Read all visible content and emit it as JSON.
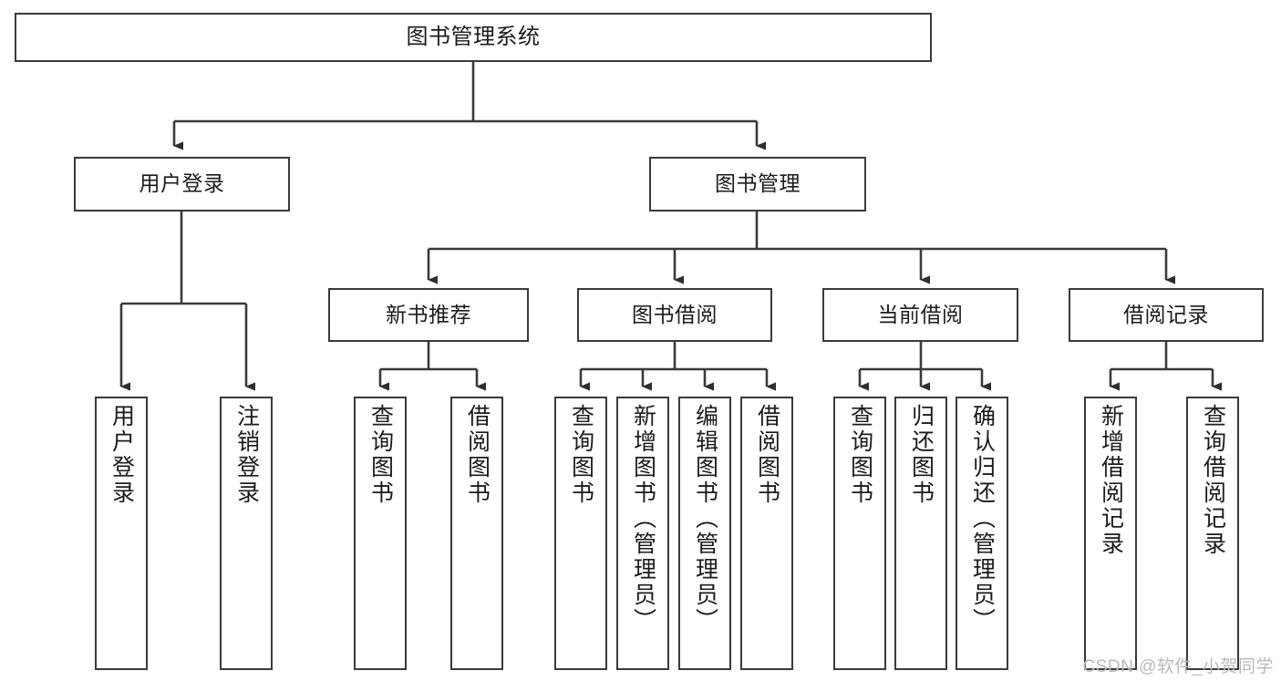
{
  "diagram": {
    "title": "图书管理系统",
    "type": "tree-hierarchy",
    "watermark": "CSDN @软件_小贺同学",
    "colors": {
      "background": "#ffffff",
      "box_border": "#3a3a3a",
      "box_fill": "#ffffff",
      "connector": "#3a3a3a",
      "text": "#1b1b1b",
      "watermark_text": "#b9b9b9"
    },
    "levels": {
      "root": {
        "label": "图书管理系统"
      },
      "level1": [
        {
          "id": "user-login",
          "label": "用户登录"
        },
        {
          "id": "book-manage",
          "label": "图书管理"
        }
      ],
      "level2": [
        {
          "id": "new-book-recommend",
          "label": "新书推荐",
          "parent": "book-manage"
        },
        {
          "id": "book-borrow",
          "label": "图书借阅",
          "parent": "book-manage"
        },
        {
          "id": "current-borrow",
          "label": "当前借阅",
          "parent": "book-manage"
        },
        {
          "id": "borrow-record",
          "label": "借阅记录",
          "parent": "book-manage"
        }
      ],
      "leaves": [
        {
          "id": "leaf-user-login",
          "label": "用户登录",
          "parent": "user-login"
        },
        {
          "id": "leaf-user-logout",
          "label": "注销登录",
          "parent": "user-login"
        },
        {
          "id": "leaf-query-book-1",
          "label": "查询图书",
          "parent": "new-book-recommend"
        },
        {
          "id": "leaf-borrow-book-1",
          "label": "借阅图书",
          "parent": "new-book-recommend"
        },
        {
          "id": "leaf-query-book-2",
          "label": "查询图书",
          "parent": "book-borrow"
        },
        {
          "id": "leaf-add-book",
          "label": "新增图书（管理员）",
          "parent": "book-borrow"
        },
        {
          "id": "leaf-edit-book",
          "label": "编辑图书（管理员）",
          "parent": "book-borrow"
        },
        {
          "id": "leaf-borrow-book-2",
          "label": "借阅图书",
          "parent": "book-borrow"
        },
        {
          "id": "leaf-query-book-3",
          "label": "查询图书",
          "parent": "current-borrow"
        },
        {
          "id": "leaf-return-book",
          "label": "归还图书",
          "parent": "current-borrow"
        },
        {
          "id": "leaf-confirm-return",
          "label": "确认归还（管理员）",
          "parent": "current-borrow"
        },
        {
          "id": "leaf-add-record",
          "label": "新增借阅记录",
          "parent": "borrow-record"
        },
        {
          "id": "leaf-query-record",
          "label": "查询借阅记录",
          "parent": "borrow-record"
        }
      ]
    }
  }
}
